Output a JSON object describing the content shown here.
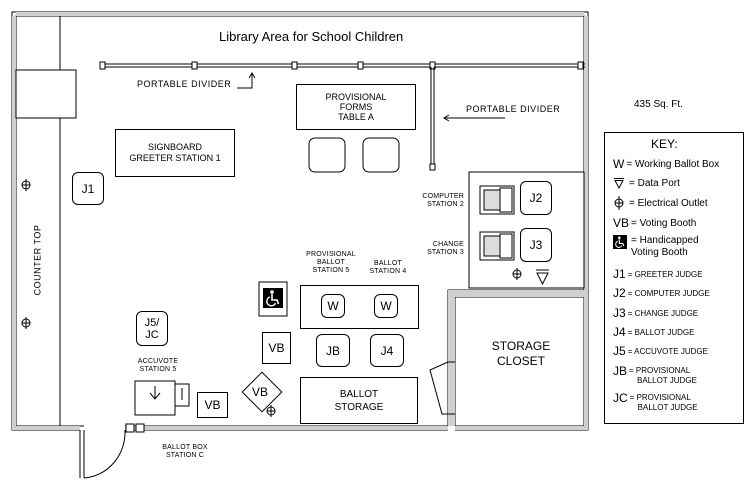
{
  "title": "Library Area for School Children",
  "area": "435 Sq. Ft.",
  "labels": {
    "divider_top": "PORTABLE DIVIDER",
    "divider_right": "PORTABLE DIVIDER",
    "counter": "COUNTER TOP",
    "provisional_forms": [
      "PROVISIONAL",
      "FORMS",
      "TABLE A"
    ],
    "signboard": [
      "SIGNBOARD",
      "GREETER STATION 1"
    ],
    "computer_station": [
      "COMPUTER",
      "STATION 2"
    ],
    "change_station": [
      "CHANGE",
      "STATION 3"
    ],
    "provisional_ballot": [
      "PROVISIONAL",
      "BALLOT",
      "STATION 5"
    ],
    "ballot_station": [
      "BALLOT",
      "STATION 4"
    ],
    "accuvote": [
      "ACCUVOTE",
      "STATION 5"
    ],
    "ballot_box": [
      "BALLOT BOX",
      "STATION C"
    ],
    "storage_closet": [
      "STORAGE",
      "CLOSET"
    ],
    "ballot_storage": [
      "BALLOT",
      "STORAGE"
    ]
  },
  "markers": {
    "j1": "J1",
    "j2": "J2",
    "j3": "J3",
    "j4": "J4",
    "jb": "JB",
    "j5jc": [
      "J5/",
      "JC"
    ],
    "w1": "W",
    "w2": "W",
    "vb1": "VB",
    "vb2": "VB",
    "vb3": "VB"
  },
  "key": {
    "heading": "KEY:",
    "items": [
      {
        "symbol": "W",
        "text": "= Working Ballot Box",
        "icon": "ballot-box"
      },
      {
        "symbol": "",
        "text": "= Data Port",
        "icon": "data-port-icon"
      },
      {
        "symbol": "",
        "text": "= Electrical Outlet",
        "icon": "outlet-icon"
      },
      {
        "symbol": "VB",
        "text": "= Voting Booth",
        "icon": "voting-booth"
      },
      {
        "symbol": "",
        "text": "= Handicapped",
        "text2": "Voting Booth",
        "icon": "wheelchair-icon"
      },
      {
        "symbol": "J1",
        "text": "= GREETER JUDGE"
      },
      {
        "symbol": "J2",
        "text": "= COMPUTER JUDGE"
      },
      {
        "symbol": "J3",
        "text": "= CHANGE JUDGE"
      },
      {
        "symbol": "J4",
        "text": "= BALLOT JUDGE"
      },
      {
        "symbol": "J5",
        "text": "= ACCUVOTE JUDGE"
      },
      {
        "symbol": "JB",
        "text": "= PROVISIONAL",
        "text2": "BALLOT JUDGE"
      },
      {
        "symbol": "JC",
        "text": "= PROVISIONAL",
        "text2": "BALLOT JUDGE"
      }
    ]
  }
}
